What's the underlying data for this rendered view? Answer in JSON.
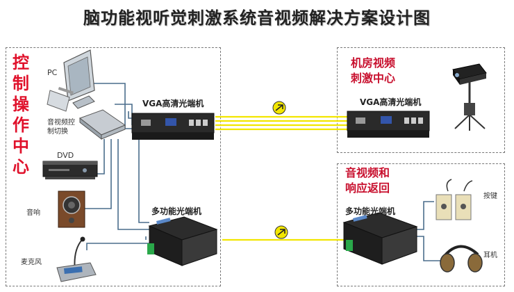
{
  "title": "脑功能视听觉刺激系统音视频解决方案设计图",
  "control_center": {
    "label": "控制操作中心"
  },
  "machine_room": {
    "label_line1": "机房视频",
    "label_line2": "刺激中心"
  },
  "av_response": {
    "label_line1": "音视频和",
    "label_line2": "响应返回"
  },
  "devices": {
    "pc": "PC",
    "av_switch_line1": "音视频控",
    "av_switch_line2": "制切换",
    "dvd": "DVD",
    "speaker": "音响",
    "microphone": "麦克风",
    "vga_tx": "VGA高清光端机",
    "vga_rx": "VGA高清光端机",
    "multi_tx": "多功能光端机",
    "multi_rx": "多功能光端机",
    "button": "按键",
    "headphone": "耳机"
  },
  "colors": {
    "accent_red": "#c8102e",
    "fiber_yellow": "#f2e600",
    "cable_blue": "#4a6d8c"
  }
}
